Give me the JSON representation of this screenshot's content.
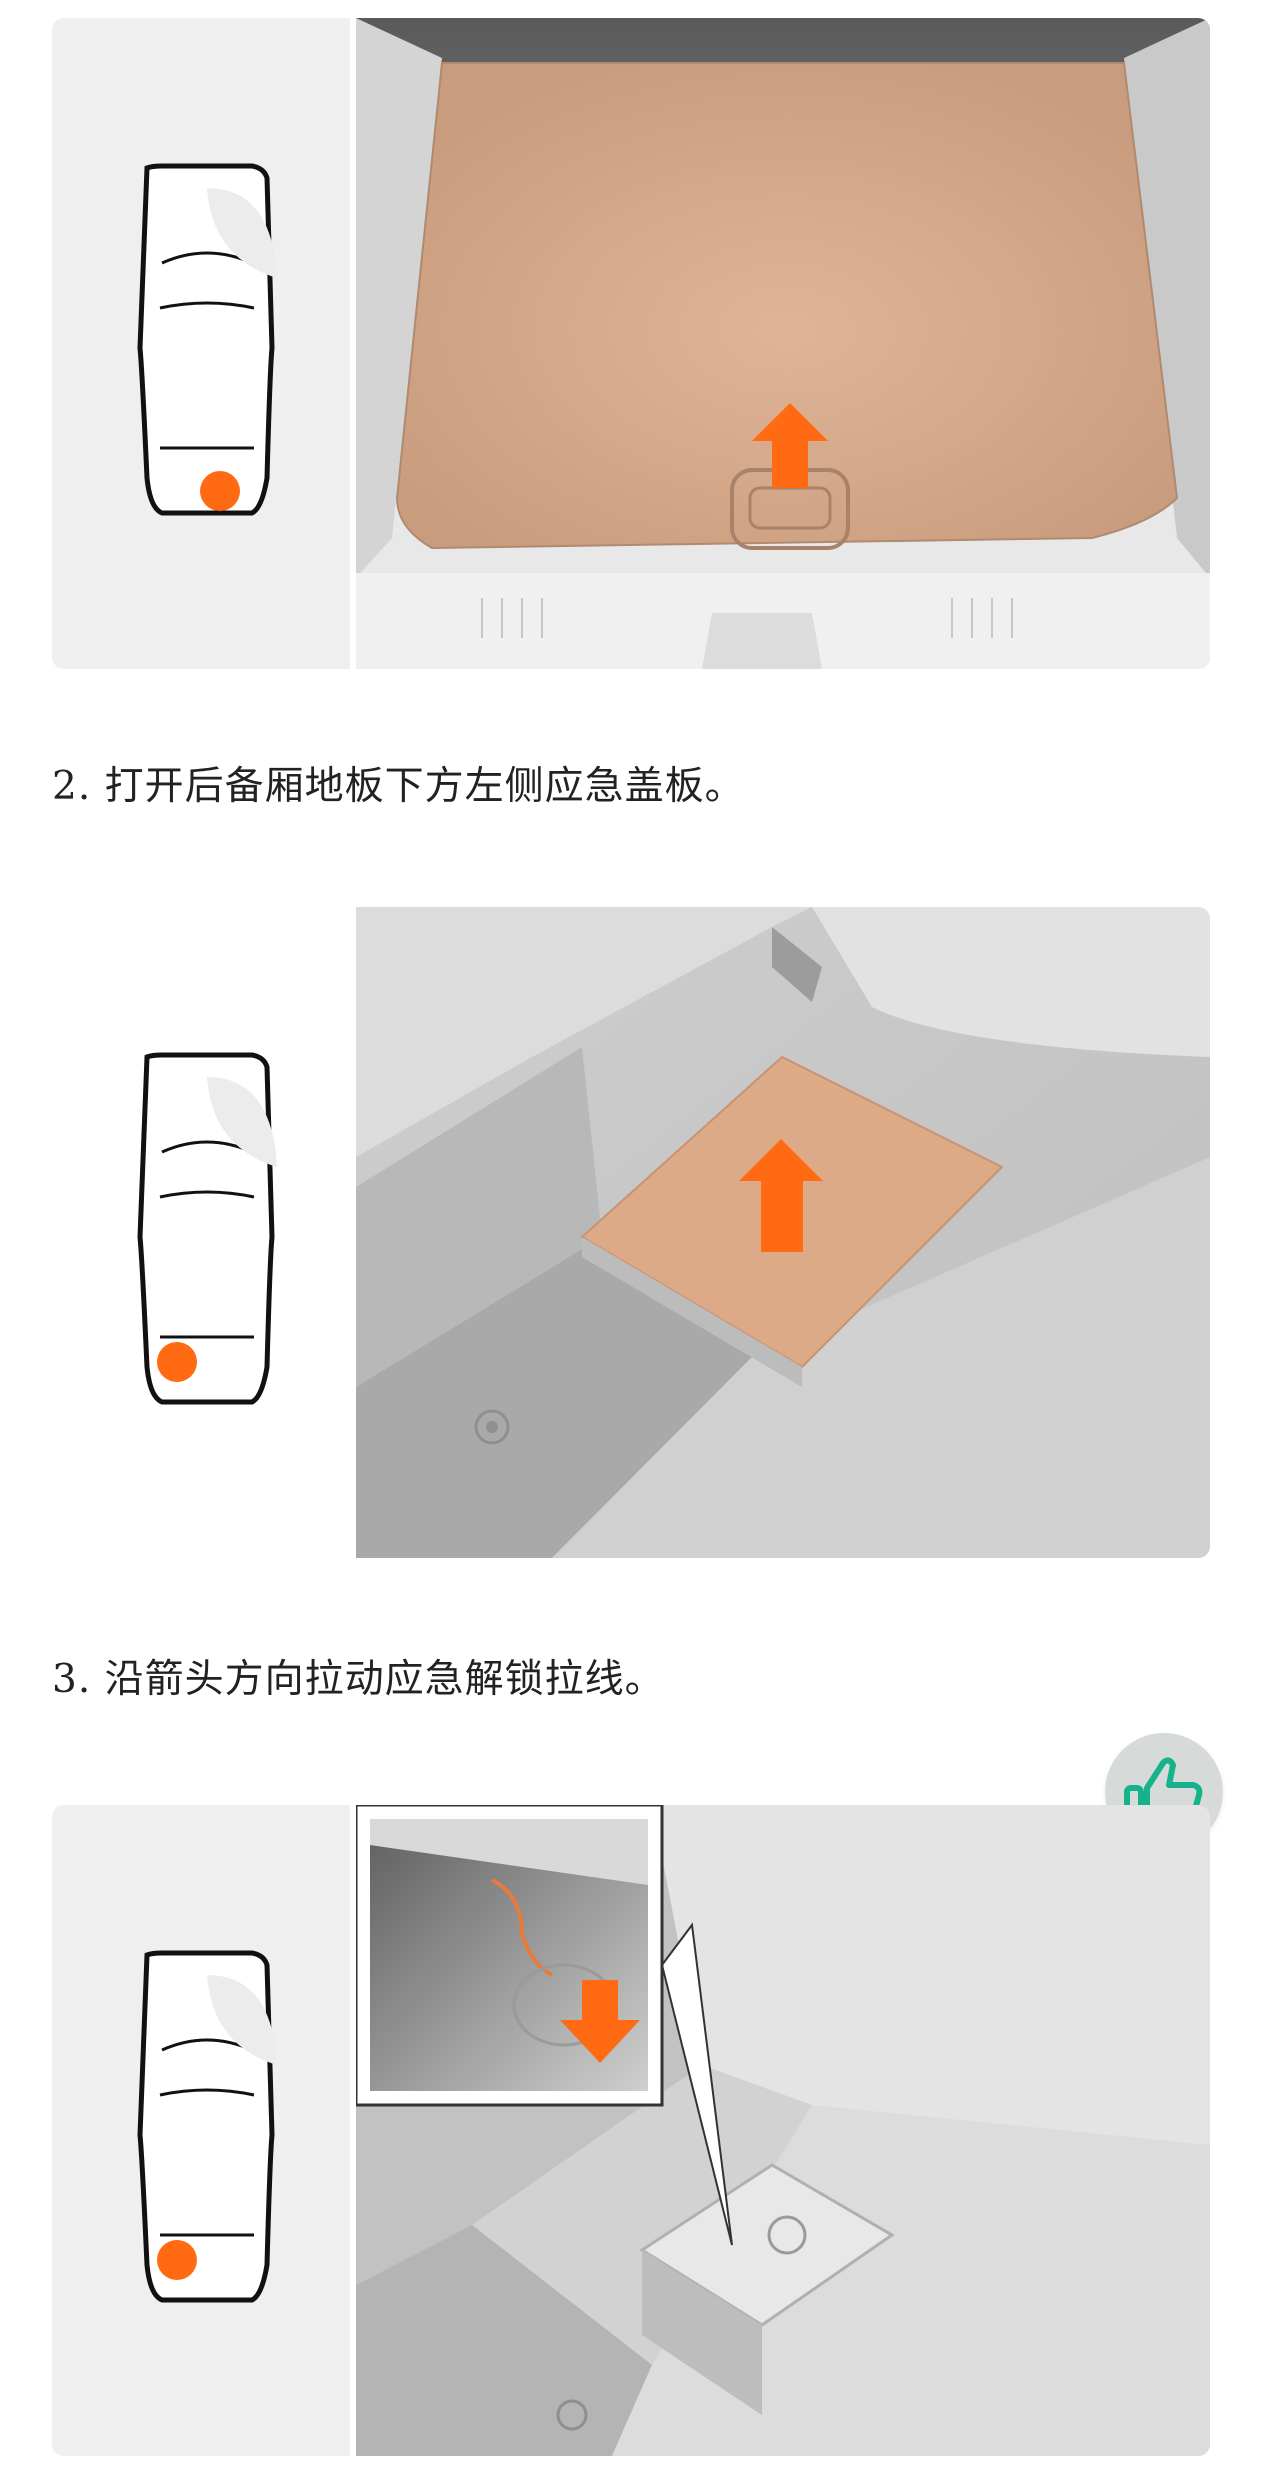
{
  "steps": [
    {
      "number": "2.",
      "text": "打开后备厢地板下方左侧应急盖板。"
    },
    {
      "number": "3.",
      "text": "沿箭头方向拉动应急解锁拉线。"
    }
  ],
  "figures": [
    {
      "marker_position": "rear-center",
      "arrow_direction": "up"
    },
    {
      "marker_position": "rear-left",
      "arrow_direction": "up"
    },
    {
      "marker_position": "rear-left",
      "arrow_direction": "down"
    }
  ],
  "colors": {
    "accent": "#ff6a13",
    "highlight": "#d9a585",
    "panel": "#efefef",
    "scene": "#d7d7d7"
  },
  "actions": {
    "like_icon": "thumbs-up-icon"
  }
}
